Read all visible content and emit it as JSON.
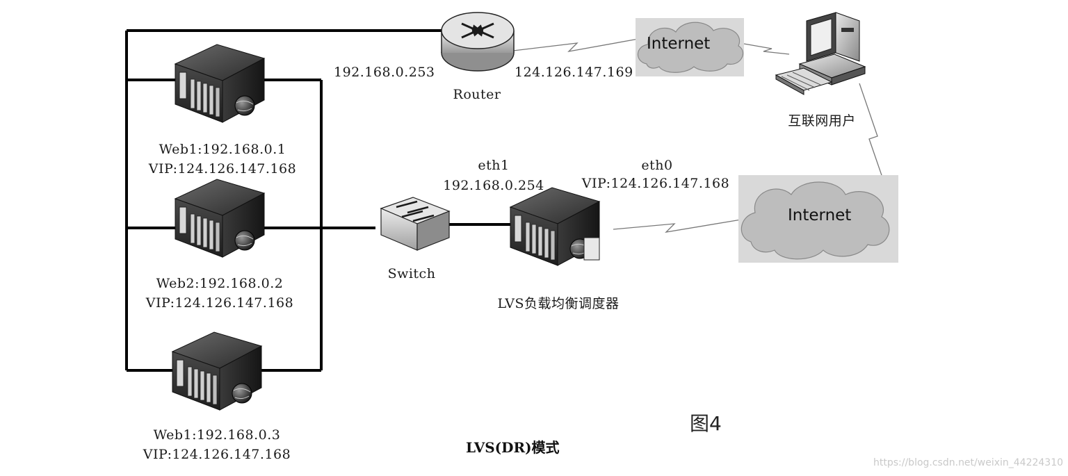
{
  "router": {
    "name": "Router",
    "lan_ip": "192.168.0.253",
    "wan_ip": "124.126.147.169"
  },
  "internet_top": {
    "label": "Internet"
  },
  "internet_bottom": {
    "label": "Internet"
  },
  "client": {
    "label": "互联网用户"
  },
  "switch": {
    "label": "Switch"
  },
  "lvs": {
    "eth1_name": "eth1",
    "eth1_ip": "192.168.0.254",
    "eth0_name": "eth0",
    "eth0_vip": "VIP:124.126.147.168",
    "label": "LVS负载均衡调度器"
  },
  "servers": [
    {
      "name_ip": "Web1:192.168.0.1",
      "vip": "VIP:124.126.147.168"
    },
    {
      "name_ip": "Web2:192.168.0.2",
      "vip": "VIP:124.126.147.168"
    },
    {
      "name_ip": "Web1:192.168.0.3",
      "vip": "VIP:124.126.147.168"
    }
  ],
  "caption": "LVS(DR)模式",
  "figure_number": "图4",
  "watermark": "https://blog.csdn.net/weixin_44224310"
}
